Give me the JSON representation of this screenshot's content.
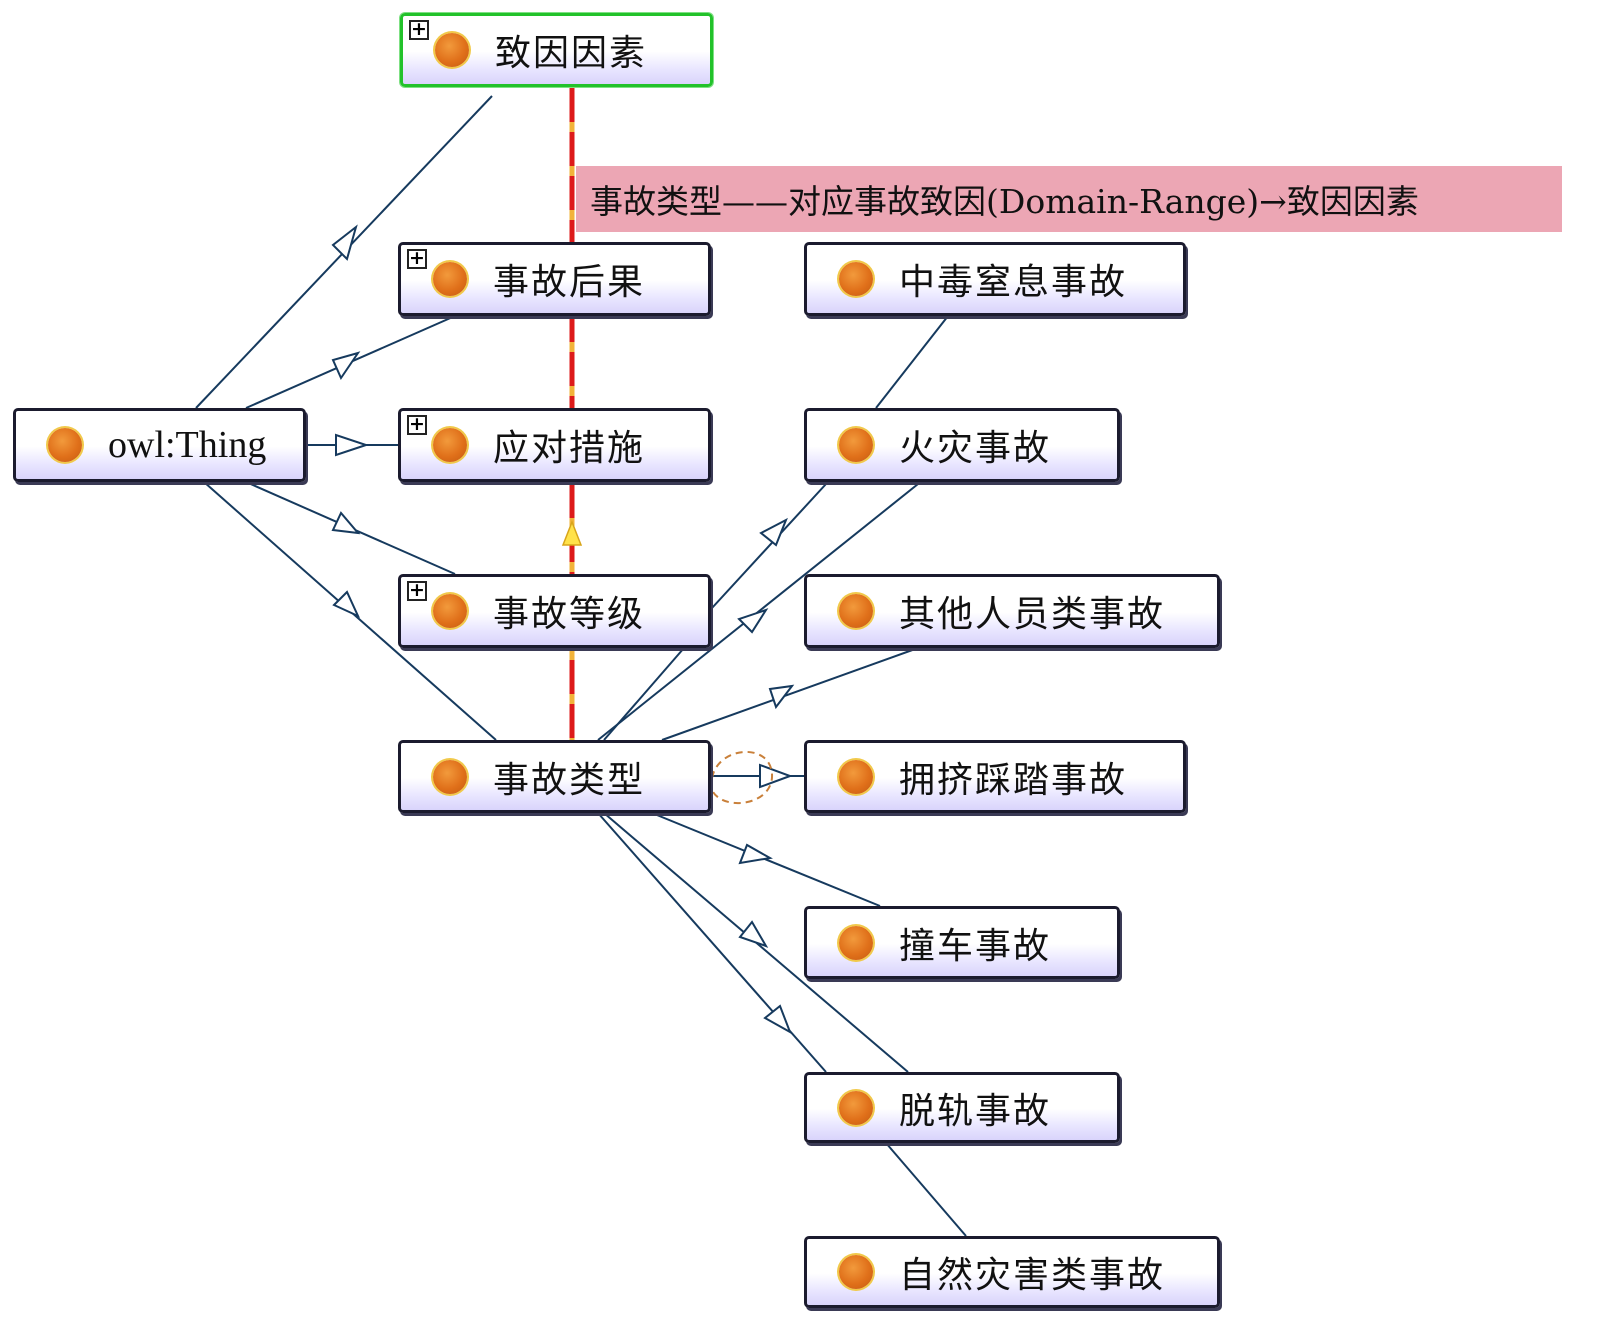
{
  "nodes": {
    "zhiyin_yinsu": {
      "label": "致因因素",
      "expandable": true
    },
    "owl_thing": {
      "label": "owl:Thing",
      "expandable": false
    },
    "shigu_houguo": {
      "label": "事故后果",
      "expandable": true
    },
    "yingdui_cuoshi": {
      "label": "应对措施",
      "expandable": true
    },
    "shigu_dengji": {
      "label": "事故等级",
      "expandable": true
    },
    "shigu_leixing": {
      "label": "事故类型",
      "expandable": false
    },
    "zhongdu": {
      "label": "中毒窒息事故",
      "expandable": false
    },
    "huozai": {
      "label": "火灾事故",
      "expandable": false
    },
    "qita_renyuan": {
      "label": "其他人员类事故",
      "expandable": false
    },
    "yongji": {
      "label": "拥挤踩踏事故",
      "expandable": false
    },
    "zhuangche": {
      "label": "撞车事故",
      "expandable": false
    },
    "tuogui": {
      "label": "脱轨事故",
      "expandable": false
    },
    "ziran_zaihai": {
      "label": "自然灾害类事故",
      "expandable": false
    }
  },
  "expander_symbol": "+",
  "relation_banner": {
    "text": "事故类型——对应事故致因(Domain-Range)→致因因素"
  },
  "colors": {
    "node_border": "#1b1b2e",
    "selected_border": "#22c22a",
    "subclass_edge": "#163a5e",
    "relation_edge_dash_a": "#dd1a1a",
    "relation_edge_dash_b": "#f2b33a",
    "banner_background": "#eca6b4",
    "node_dot": "#e0701a"
  }
}
